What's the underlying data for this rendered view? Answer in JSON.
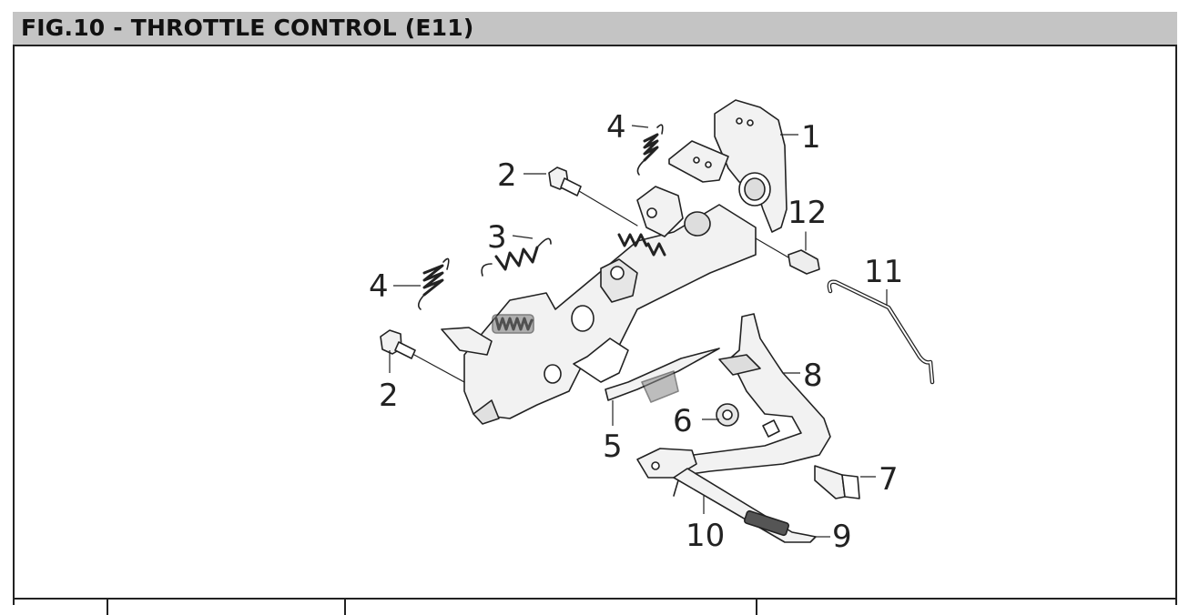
{
  "header": {
    "title": "FIG.10 - THROTTLE CONTROL (E11)"
  },
  "callouts": [
    {
      "id": "c1",
      "label": "1"
    },
    {
      "id": "c2a",
      "label": "2"
    },
    {
      "id": "c2b",
      "label": "2"
    },
    {
      "id": "c3",
      "label": "3"
    },
    {
      "id": "c4a",
      "label": "4"
    },
    {
      "id": "c4b",
      "label": "4"
    },
    {
      "id": "c5",
      "label": "5"
    },
    {
      "id": "c6",
      "label": "6"
    },
    {
      "id": "c7",
      "label": "7"
    },
    {
      "id": "c8",
      "label": "8"
    },
    {
      "id": "c9",
      "label": "9"
    },
    {
      "id": "c10",
      "label": "10"
    },
    {
      "id": "c11",
      "label": "11"
    },
    {
      "id": "c12",
      "label": "12"
    }
  ],
  "colors": {
    "header_bg": "#c4c4c4",
    "line": "#222222",
    "part_shade": "#e8e8e8"
  }
}
